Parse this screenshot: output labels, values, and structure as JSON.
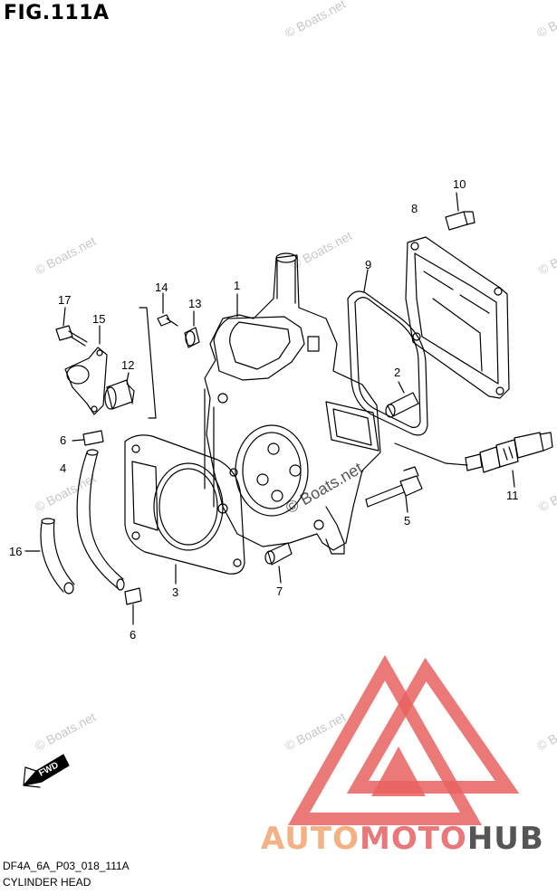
{
  "figure": {
    "title": "FIG.111A",
    "code": "DF4A_6A_P03_018_111A",
    "caption": "CYLINDER HEAD"
  },
  "callouts": [
    "1",
    "2",
    "3",
    "4",
    "5",
    "6",
    "6",
    "7",
    "8",
    "9",
    "10",
    "11",
    "12",
    "13",
    "14",
    "15",
    "16",
    "17"
  ],
  "direction_label": "FWD",
  "watermark_text": "© Boats.net",
  "brand": {
    "part1": "AUTO",
    "part2": "MOTO",
    "part3": "HUB",
    "color_auto": "#f4b183",
    "color_moto": "#e8787a",
    "color_hub": "#555555",
    "logo_color": "#e8615f"
  }
}
